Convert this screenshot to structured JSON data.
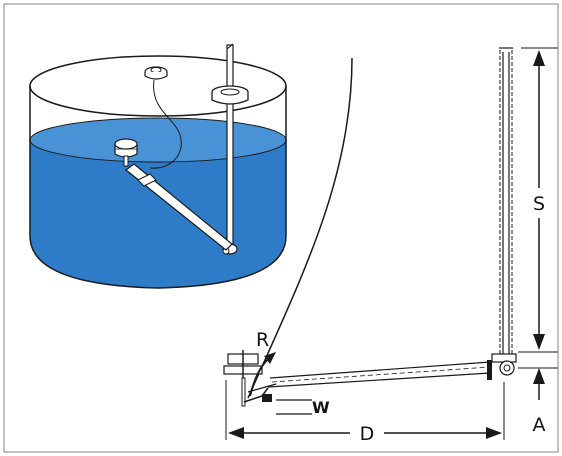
{
  "labels": {
    "r": "R",
    "s": "S",
    "w": "W",
    "d": "D",
    "a": "A"
  },
  "colors": {
    "water_top": "#3d86cf",
    "water_side": "#2e7cc8",
    "water_shadow": "#1f5f9e",
    "line": "#1a1a1a",
    "border": "#9a9a9a",
    "rod": "#ffffff"
  }
}
